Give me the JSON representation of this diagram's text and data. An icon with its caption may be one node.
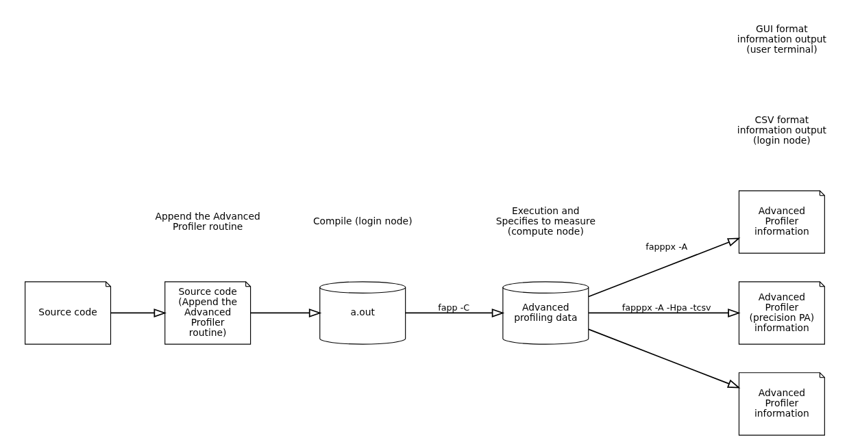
{
  "diagram": {
    "nodes": [
      {
        "text": [
          "Source code"
        ]
      },
      {
        "text": [
          "Source code (Append the Advanced Profiler routine)"
        ]
      },
      {
        "text": [
          "a.out"
        ]
      },
      {
        "text": [
          "Advanced profiling data"
        ]
      },
      {
        "text": [
          "Advanced Profiler information"
        ]
      },
      {
        "text": [
          "Advanced Profiler (precision PA) information"
        ]
      },
      {
        "text": [
          "Advanced Profiler information"
        ]
      }
    ],
    "edges": [
      {
        "from": 0,
        "to": 1,
        "arrow": "to"
      },
      {
        "from": 1,
        "to": 2,
        "arrow": "to"
      },
      {
        "from": 2,
        "to": 3,
        "arrow": "to",
        "label": "fapp -C"
      },
      {
        "from": 3,
        "to": 4,
        "arrow": "to",
        "label": "fapppx -A"
      },
      {
        "from": 3,
        "to": 5,
        "arrow": "to",
        "label": "fapppx -A -Hpa -tcsv"
      },
      {
        "from": 3,
        "to": 6,
        "arrow": "to"
      }
    ],
    "labels": [
      "Append the Advanced Profiler routine",
      "Compile (login node)",
      "Execution and Specifies to measure (compute node)",
      "CSV format information output (login node)",
      "GUI format information output (user terminal)"
    ]
  }
}
